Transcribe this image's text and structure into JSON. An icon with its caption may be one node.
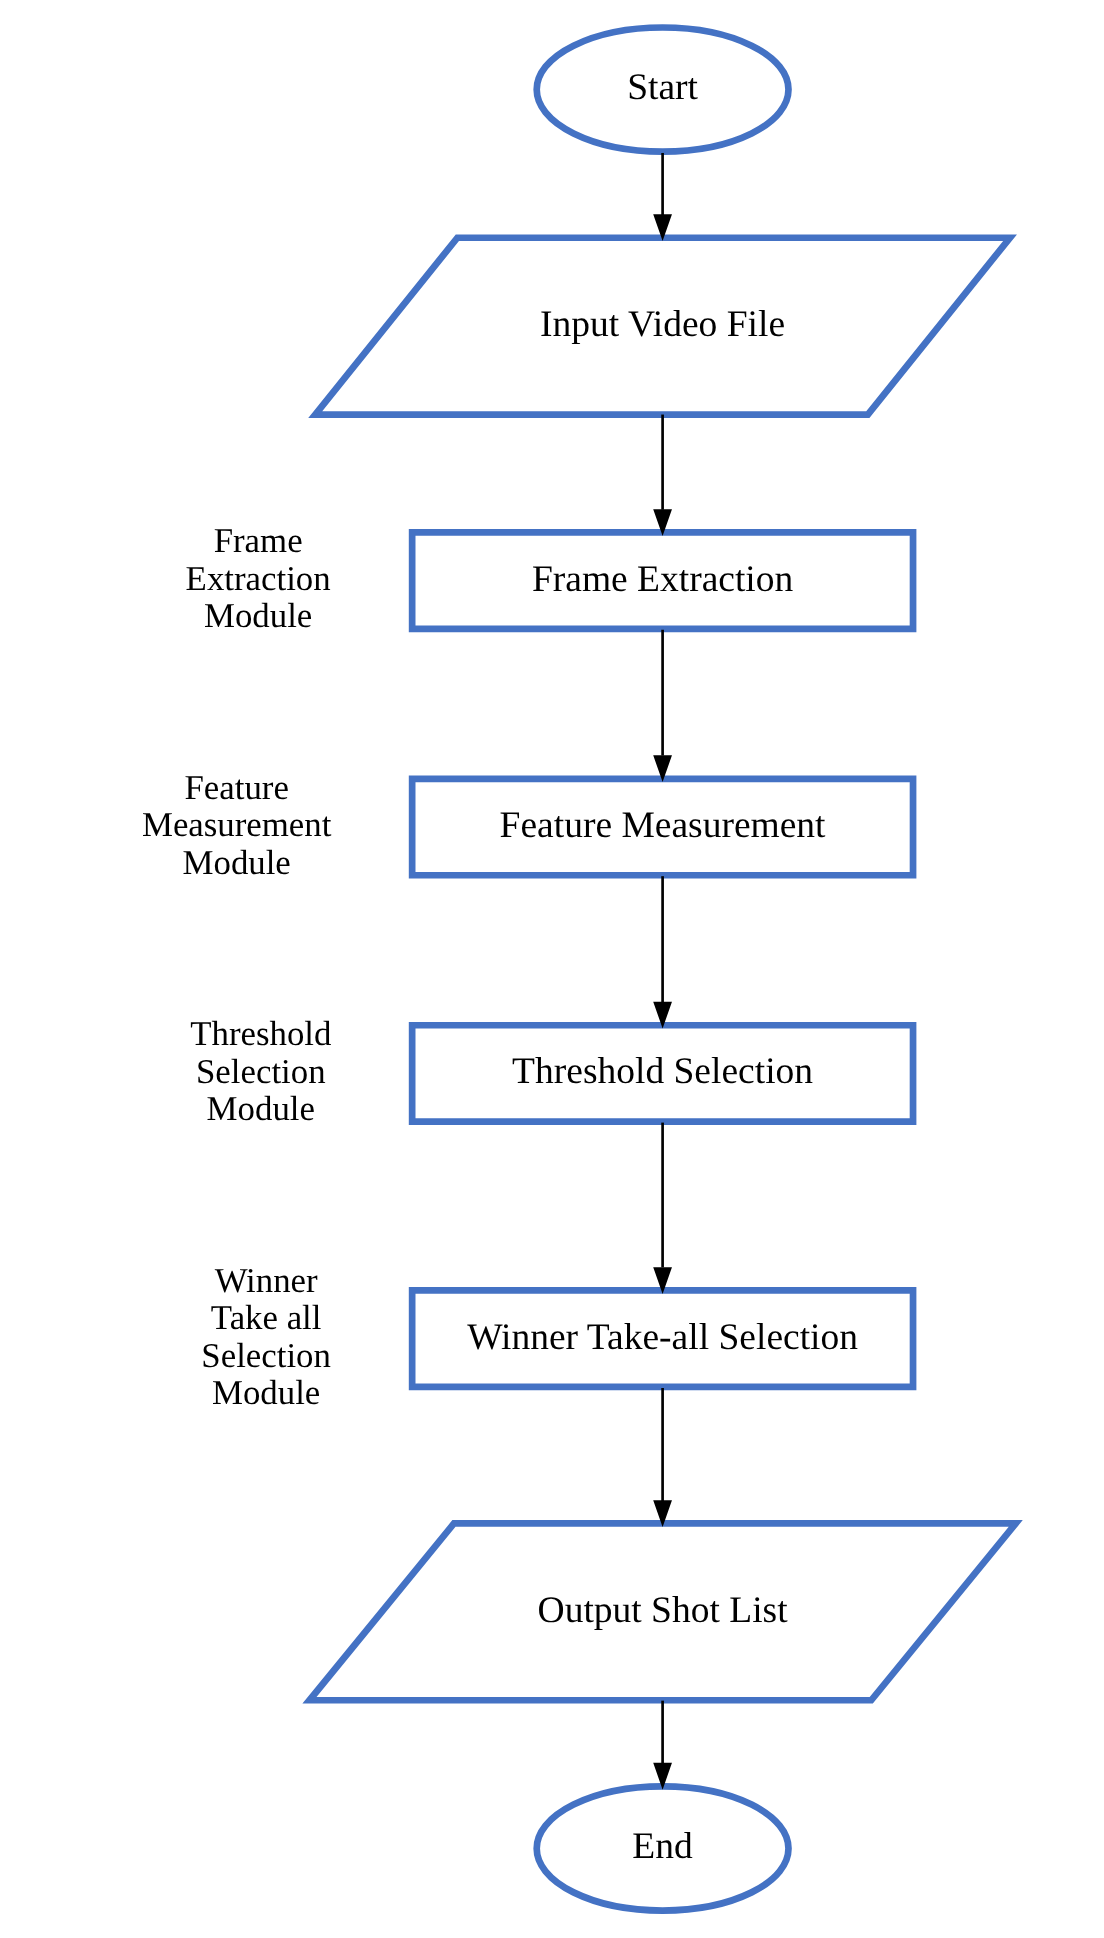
{
  "diagram": {
    "nodes": [
      {
        "text": [
          "Start"
        ]
      },
      {
        "text": [
          "Input Video File"
        ]
      },
      {
        "text": [
          "Frame Extraction"
        ],
        "beside": [
          "Frame Extraction Module"
        ]
      },
      {
        "text": [
          "Feature Measurement"
        ],
        "beside": [
          "Feature Measurement Module"
        ]
      },
      {
        "text": [
          "Threshold Selection"
        ],
        "beside": [
          "Threshold Selection Module"
        ]
      },
      {
        "text": [
          "Winner Take-all Selection"
        ],
        "beside": [
          "Winner Take all Selection Module"
        ]
      },
      {
        "text": [
          "Output Shot List"
        ]
      },
      {
        "text": [
          "End"
        ]
      }
    ],
    "edges": [
      {
        "from": 0,
        "to": 1,
        "arrow": "to"
      },
      {
        "from": 1,
        "to": 2,
        "arrow": "to"
      },
      {
        "from": 2,
        "to": 3,
        "arrow": "to"
      },
      {
        "from": 3,
        "to": 4,
        "arrow": "to"
      },
      {
        "from": 4,
        "to": 5,
        "arrow": "to"
      },
      {
        "from": 5,
        "to": 6,
        "arrow": "to"
      },
      {
        "from": 6,
        "to": 7,
        "arrow": "to"
      }
    ]
  }
}
